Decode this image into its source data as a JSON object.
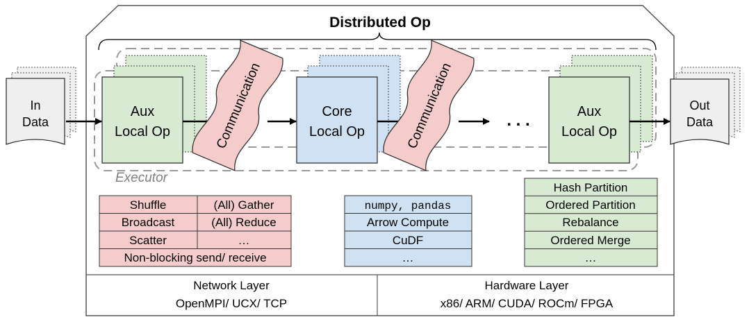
{
  "title": "Distributed Op",
  "input": {
    "line1": "In",
    "line2": "Data"
  },
  "output": {
    "line1": "Out",
    "line2": "Data"
  },
  "stages": {
    "aux_first": {
      "line1": "Aux",
      "line2": "Local Op"
    },
    "core": {
      "line1": "Core",
      "line2": "Local Op"
    },
    "aux_last": {
      "line1": "Aux",
      "line2": "Local Op"
    }
  },
  "communication_label": "Communication",
  "ellipsis": ". . .",
  "executor_label": "Executor",
  "comm_table": {
    "rows": [
      [
        "Shuffle",
        "(All) Gather"
      ],
      [
        "Broadcast",
        "(All) Reduce"
      ],
      [
        "Scatter",
        "…"
      ]
    ],
    "footer": "Non-blocking send/ receive"
  },
  "core_table": [
    "numpy, pandas",
    "Arrow Compute",
    "CuDF",
    "…"
  ],
  "aux_table": [
    "Hash Partition",
    "Ordered Partition",
    "Rebalance",
    "Ordered Merge",
    "…"
  ],
  "network_layer": {
    "title": "Network Layer",
    "detail": "OpenMPI/ UCX/ TCP"
  },
  "hardware_layer": {
    "title": "Hardware Layer",
    "detail": "x86/ ARM/ CUDA/ ROCm/ FPGA"
  },
  "colors": {
    "green_fill": "#d9ead3",
    "blue_fill": "#cfe2f3",
    "pink_fill": "#f4cccc",
    "doc_fill": "#efefef",
    "dash": "#999999",
    "executor_text": "#808080"
  }
}
